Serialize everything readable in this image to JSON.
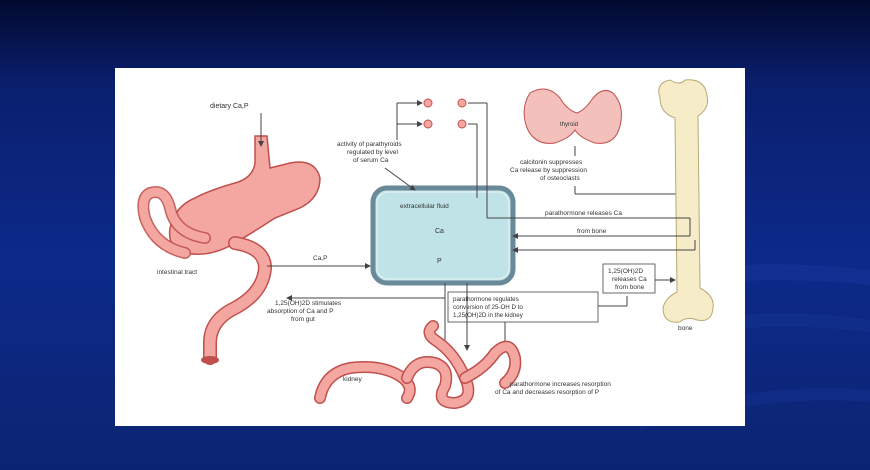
{
  "diagram": {
    "labels": {
      "dietary": "dietary Ca,P",
      "parathyroid_activity": "activity of parathyroids regulated by level of serum Ca",
      "thyroid": "thyroid",
      "calcitonin": "calcitonin suppresses Ca release by suppression of osteoclasts",
      "pth_releases": "parathormone releases Ca",
      "from_bone": "from bone",
      "ecf_title": "extracellular fluid",
      "ecf_ca": "Ca",
      "ecf_p": "P",
      "intestinal_tract": "intestinal tract",
      "ca_p_arrow": "Ca,P",
      "vitd_gut": "1,25(OH)2D stimulates absorption of Ca and P from gut",
      "pth_regulates": "parathormone regulates conversion of 25-OH D to 1,25(OH)2D in the kidney",
      "vitd_bone": "1,25(OH)2D releases Ca from bone",
      "bone": "bone",
      "kidney": "kidney",
      "pth_kidney": "parathormone increases resorption of Ca and decreases resorption of P"
    }
  },
  "colors": {
    "organ_pink": "#f4a7a0",
    "organ_outline": "#c0504d",
    "bone_fill": "#f7ecc8",
    "ecf_fill": "#bfe3e6",
    "ecf_border": "#6a8a9a",
    "arrow": "#444444"
  }
}
